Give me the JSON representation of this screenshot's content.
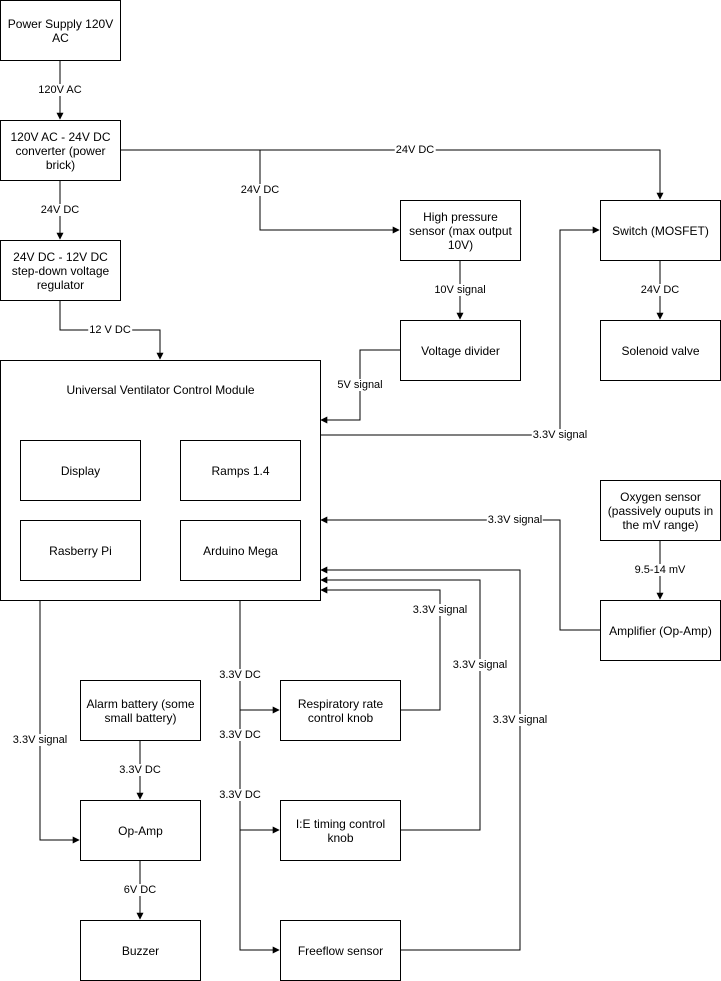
{
  "nodes": {
    "power_supply": "Power Supply 120V AC",
    "converter": "120V AC - 24V DC converter (power brick)",
    "stepdown": "24V DC - 12V DC step-down voltage regulator",
    "hp_sensor": "High pressure sensor (max output 10V)",
    "switch": "Switch (MOSFET)",
    "voltage_divider": "Voltage divider",
    "solenoid": "Solenoid valve",
    "uvcm": "Universal Ventilator Control Module",
    "display": "Display",
    "ramps": "Ramps 1.4",
    "raspberry": "Rasberry Pi",
    "arduino": "Arduino Mega",
    "oxygen": "Oxygen sensor (passively ouputs in the mV range)",
    "amplifier": "Amplifier (Op-Amp)",
    "alarm_battery": "Alarm battery (some small battery)",
    "rr_knob": "Respiratory rate control knob",
    "op_amp": "Op-Amp",
    "ie_knob": "I:E timing control knob",
    "buzzer": "Buzzer",
    "freeflow": "Freeflow sensor"
  },
  "edges": {
    "ac_120": "120V AC",
    "dc24_main": "24V DC",
    "dc24_hp": "24V DC",
    "dc24_step": "24V DC",
    "dc12": "12 V DC",
    "sig10v": "10V signal",
    "sig5v": "5V signal",
    "dc24_sol": "24V DC",
    "sig33_switch": "3.3V signal",
    "sig33_amp": "3.3V signal",
    "mv": "9.5-14 mV",
    "sig33_rr": "3.3V signal",
    "sig33_ie": "3.3V signal",
    "sig33_ff": "3.3V signal",
    "dc33_a": "3.3V DC",
    "dc33_b": "3.3V DC",
    "dc33_c": "3.3V DC",
    "sig33_opamp": "3.3V signal",
    "dc33_batt": "3.3V DC",
    "dc6": "6V DC"
  }
}
